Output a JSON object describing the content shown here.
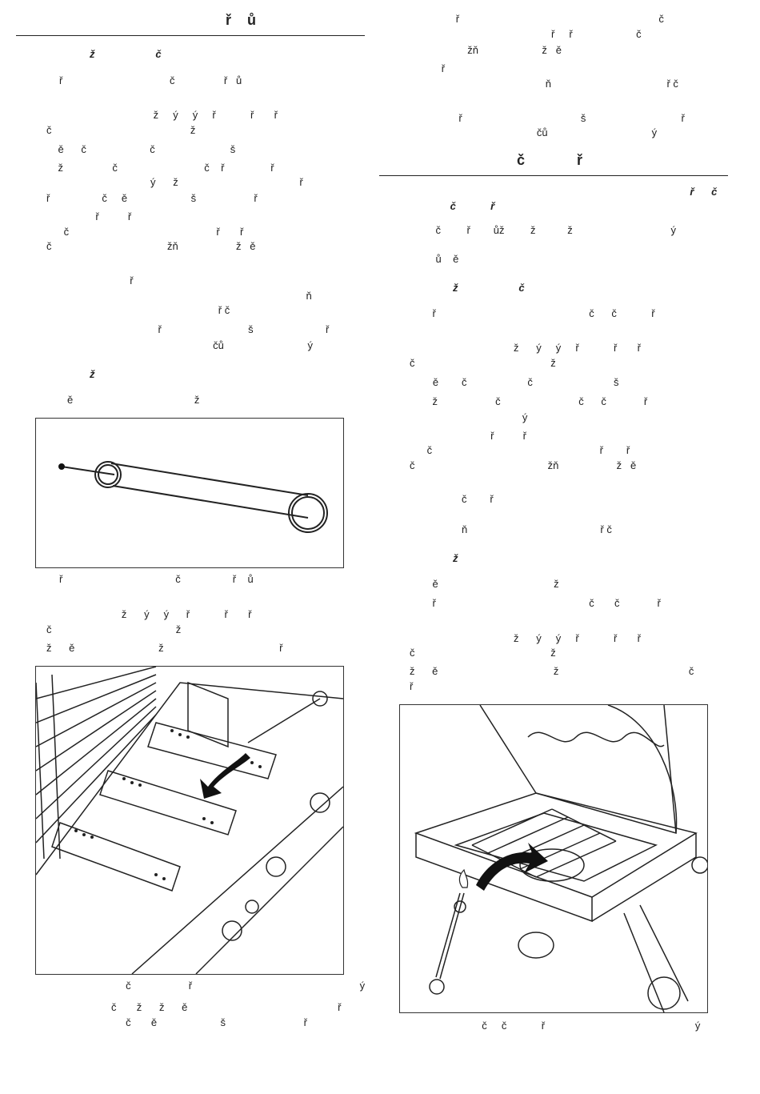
{
  "left": {
    "heading": "ř    ů",
    "sub1": "ž                     č",
    "lines": [
      "ř                                     č                 ř   ů",
      "                                     ž     ý     ý     ř            ř       ř",
      "č                                                ž",
      "    ě      č                      č                          š",
      "    ž                 č                              č    ř                ř",
      "                                    ý      ž                                          ř",
      "ř                  č     ě                      š                    ř",
      "                 ř          ř",
      "      č                                                   ř       ř",
      "č                                        žň                    ž   ě",
      "                    ř",
      "                                                                                 ň",
      "                                  ř č",
      "                      ř                              š                         ř",
      "                                         čů                             ý"
    ],
    "sub2": "ž",
    "line_after_sub2": "ě                                          ž",
    "caption1": [
      "ř                                       č                  ř    ů",
      "",
      "                          ž      ý     ý      ř            ř       ř",
      "č                                           ž",
      "ž      ě                             ž                                        ř"
    ],
    "caption2": [
      "                       č                    ř                                                          ý",
      "                  č       ž      ž      ě                                                    ř",
      "                       č       ě                      š                           ř"
    ]
  },
  "right": {
    "top_lines": [
      "                ř                                                                     č",
      "                                                 ř     ř                      č",
      "                    žň                      ž   ě",
      "           ř",
      "                                               ň                                        ř č",
      "",
      "                 ř                                         š                                 ř",
      "                                            čů                                    ý"
    ],
    "heading": "č             ř",
    "sub_heading_line": "                                                                                                 ř      č",
    "sub_heading_line2": "              č            ř",
    "lines": [
      "         č         ř        ůž         ž           ž                                  ý",
      "",
      "         ů    ě"
    ],
    "sub1": "ž                     č",
    "lines2": [
      "    ř                                                     č      č            ř",
      "",
      "                                    ž      ý     ý     ř            ř       ř",
      "č                                               ž",
      "        ě        č                     č                            š",
      "    ž                    č                           č      č             ř",
      "                                       ý",
      "                            ř          ř",
      "      č                                                          ř        ř",
      "č                                              žň                    ž   ě",
      "",
      "                  č        ř",
      "",
      "                  ň                                              ř č"
    ],
    "sub2": "ž",
    "lines3": [
      "    ě                                        ž",
      "    ř                                                     č       č             ř",
      "",
      "                                    ž      ý     ý     ř            ř       ř",
      "č                                               ž",
      "ž      ě                                        ž                                             č",
      "ř"
    ],
    "caption": "                         č     č            ř                                                    ý"
  }
}
